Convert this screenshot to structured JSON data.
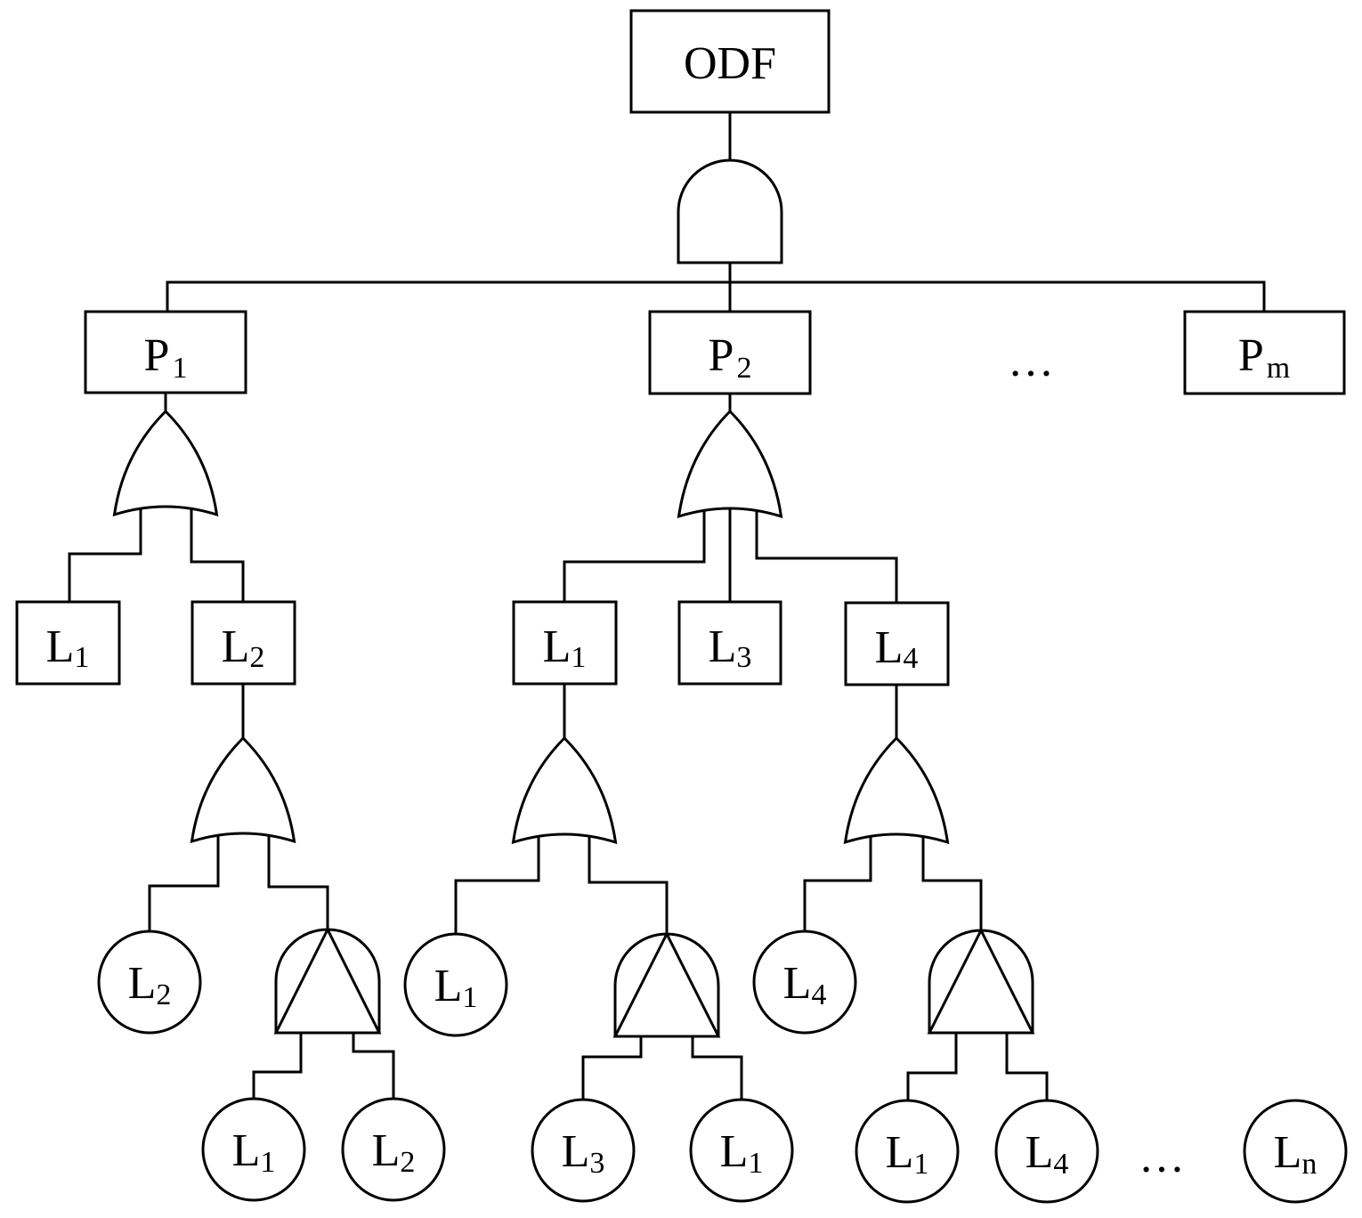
{
  "diagram": {
    "top_event": "ODF",
    "p_events": [
      {
        "base": "P",
        "sub": "1"
      },
      {
        "base": "P",
        "sub": "2"
      },
      {
        "base": "P",
        "sub": "m"
      }
    ],
    "p_ellipsis": "…",
    "p1_children": [
      {
        "base": "L",
        "sub": "1"
      },
      {
        "base": "L",
        "sub": "2"
      }
    ],
    "p2_children": [
      {
        "base": "L",
        "sub": "1"
      },
      {
        "base": "L",
        "sub": "3"
      },
      {
        "base": "L",
        "sub": "4"
      }
    ],
    "l2_branch": {
      "basic": {
        "base": "L",
        "sub": "2"
      },
      "gate_inputs": [
        {
          "base": "L",
          "sub": "1"
        },
        {
          "base": "L",
          "sub": "2"
        }
      ]
    },
    "l1_branch": {
      "basic": {
        "base": "L",
        "sub": "1"
      },
      "gate_inputs": [
        {
          "base": "L",
          "sub": "3"
        },
        {
          "base": "L",
          "sub": "1"
        }
      ]
    },
    "l4_branch": {
      "basic": {
        "base": "L",
        "sub": "4"
      },
      "gate_inputs": [
        {
          "base": "L",
          "sub": "1"
        },
        {
          "base": "L",
          "sub": "4"
        }
      ]
    },
    "bottom_ellipsis": "…",
    "last_event": {
      "base": "L",
      "sub": "n"
    }
  }
}
